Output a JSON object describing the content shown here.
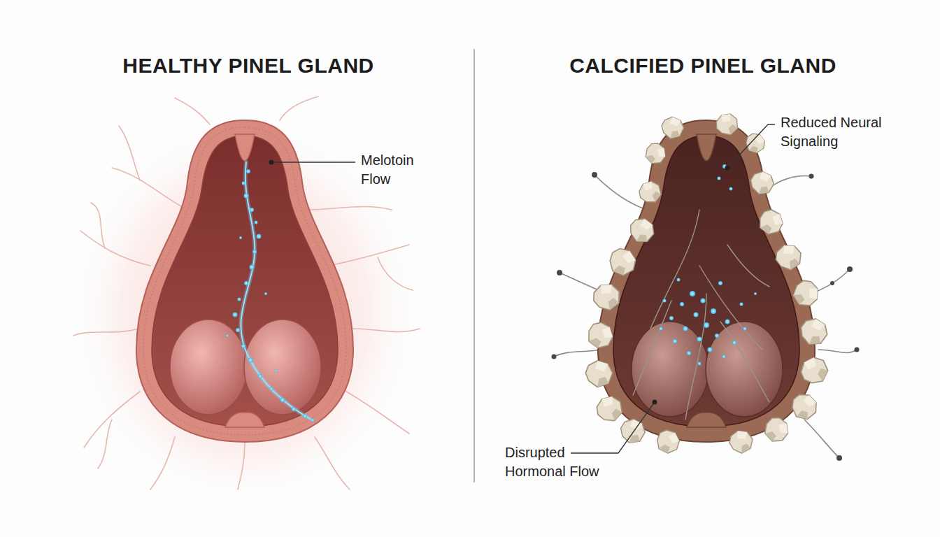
{
  "diagram": {
    "labels": [
      "HEALTHY PINEL GLAND",
      "CALCIFIED PINEL GLAND",
      "Melotoin Flow",
      "Reduced Neural Signaling",
      "Disrupted Hormonal Flow"
    ]
  }
}
